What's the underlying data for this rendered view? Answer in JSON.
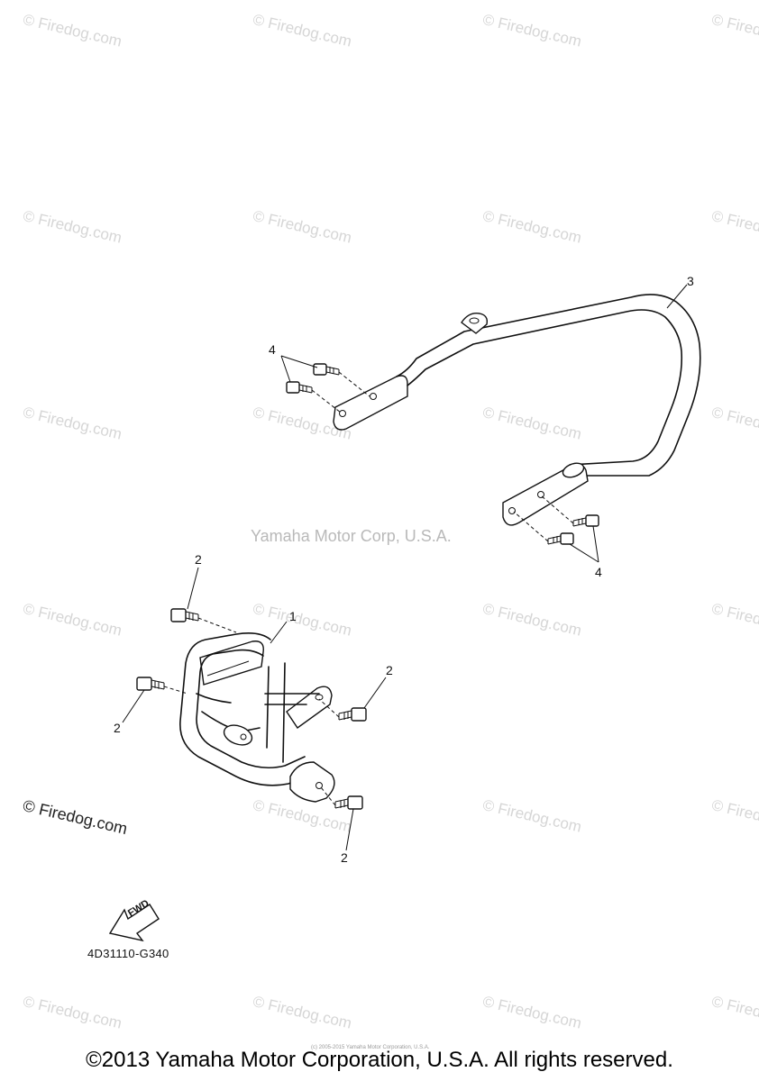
{
  "watermark": {
    "text": "© Firedog.com",
    "clear_text": "© Firedog.com"
  },
  "center_watermark": "Yamaha Motor Corp, U.S.A.",
  "callouts": {
    "c1": "1",
    "c2a": "2",
    "c2b": "2",
    "c2c": "2",
    "c2d": "2",
    "c3": "3",
    "c4a": "4",
    "c4b": "4"
  },
  "fwd_label": "FWD",
  "part_code": "4D31110-G340",
  "tiny_note": "(c) 2005-2015 Yamaha Motor Corporation, U.S.A.",
  "copyright": "©2013 Yamaha Motor Corporation, U.S.A. All rights reserved."
}
